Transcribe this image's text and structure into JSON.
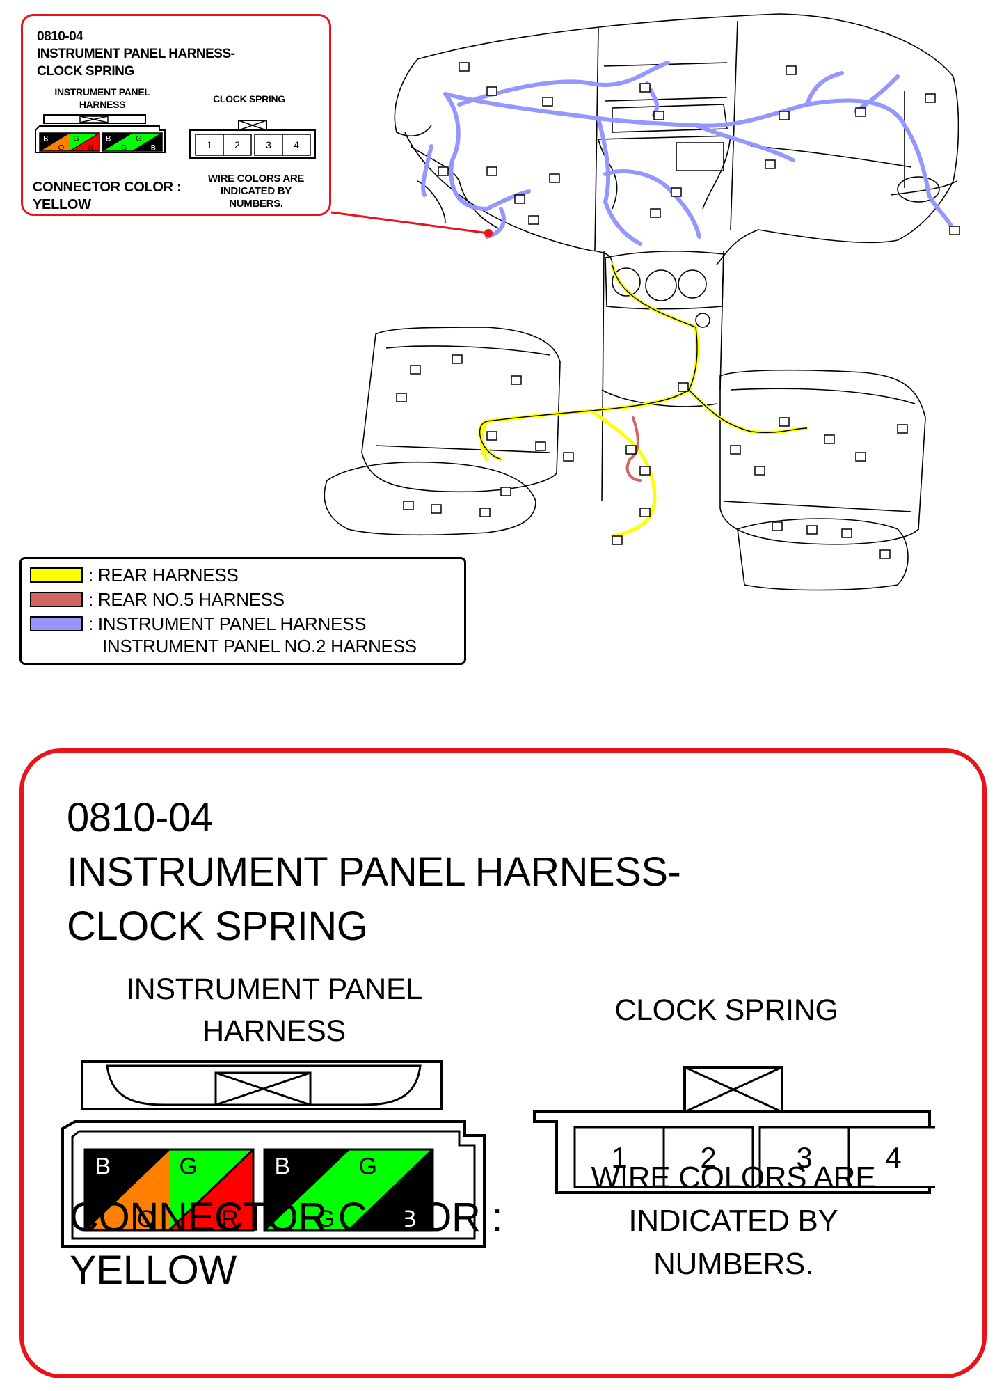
{
  "callout": {
    "code": "0810-04",
    "title_line1": "INSTRUMENT PANEL HARNESS-",
    "title_line2": "CLOCK SPRING",
    "left_connector_label_line1": "INSTRUMENT PANEL",
    "left_connector_label_line2": "HARNESS",
    "right_connector_label": "CLOCK SPRING",
    "connector_color_line1": "CONNECTOR COLOR :",
    "connector_color_line2": "YELLOW",
    "wire_note_line1": "WIRE COLORS ARE",
    "wire_note_line2": "INDICATED BY",
    "wire_note_line3": "NUMBERS."
  },
  "harness_connector_pins": [
    {
      "top": "B",
      "bottom": "O",
      "top_color": "#000000",
      "bottom_color": "#ff8000"
    },
    {
      "top": "G",
      "bottom": "R",
      "top_color": "#00ff00",
      "bottom_color": "#ff0000"
    },
    {
      "top": "B",
      "bottom": "G",
      "top_color": "#000000",
      "bottom_color": "#00ff00"
    },
    {
      "top": "G",
      "bottom": "B",
      "top_color": "#00ff00",
      "bottom_color": "#000000"
    }
  ],
  "clock_spring_pins": [
    "1",
    "2",
    "3",
    "4"
  ],
  "legend": [
    {
      "color": "#ffff00",
      "label": ": REAR HARNESS"
    },
    {
      "color": "#d26464",
      "label": ": REAR NO.5 HARNESS"
    },
    {
      "color": "#9696ff",
      "label": ": INSTRUMENT PANEL HARNESS",
      "label2": "INSTRUMENT PANEL NO.2 HARNESS"
    }
  ],
  "colors": {
    "callout_border": "#e8141a",
    "rear_harness": "#ffff00",
    "rear_no5_harness": "#d26464",
    "instrument_panel_harness": "#9696ff"
  }
}
